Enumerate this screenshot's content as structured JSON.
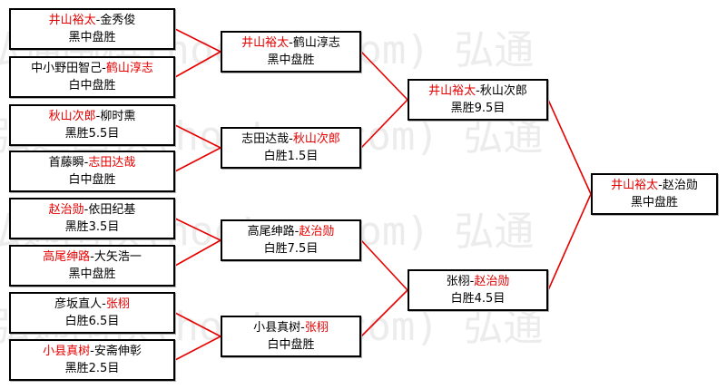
{
  "watermark": {
    "rows": [
      "  弘通围棋(hootom.com) 弘通",
      "弘通围棋(hootom.com) 弘通",
      "  弘通围棋(hootom.com) 弘通",
      "弘通围棋(hootom.com) 弘通"
    ]
  },
  "colors": {
    "winner": "#e60000",
    "line": "#e60000",
    "text": "#000000"
  },
  "round1": [
    {
      "p1": "井山裕太",
      "sep": "-",
      "p2": "金秀俊",
      "winner": 1,
      "result": "黑中盘胜"
    },
    {
      "p1": "中小野田智己",
      "sep": "-",
      "p2": "鹤山淳志",
      "winner": 2,
      "result": "白中盘胜"
    },
    {
      "p1": "秋山次郎",
      "sep": "-",
      "p2": "柳时熏",
      "winner": 1,
      "result": "黑胜5.5目"
    },
    {
      "p1": "首藤瞬",
      "sep": "-",
      "p2": "志田达哉",
      "winner": 2,
      "result": "白中盘胜"
    },
    {
      "p1": "赵治勋",
      "sep": "-",
      "p2": "依田纪基",
      "winner": 1,
      "result": "黑胜3.5目"
    },
    {
      "p1": "高尾绅路",
      "sep": "-",
      "p2": "大矢浩一",
      "winner": 1,
      "result": "黑中盘胜"
    },
    {
      "p1": "彦坂直人",
      "sep": "-",
      "p2": "张栩",
      "winner": 2,
      "result": "白胜6.5目"
    },
    {
      "p1": "小县真树",
      "sep": "-",
      "p2": "安斋伸彰",
      "winner": 1,
      "result": "黑胜2.5目"
    }
  ],
  "round2": [
    {
      "p1": "井山裕太",
      "sep": "-",
      "p2": "鹤山淳志",
      "winner": 1,
      "result": "黑中盘胜"
    },
    {
      "p1": "志田达哉",
      "sep": "-",
      "p2": "秋山次郎",
      "winner": 2,
      "result": "白胜1.5目"
    },
    {
      "p1": "高尾绅路",
      "sep": "-",
      "p2": "赵治勋",
      "winner": 2,
      "result": "白胜7.5目"
    },
    {
      "p1": "小县真树",
      "sep": "-",
      "p2": "张栩",
      "winner": 2,
      "result": "白中盘胜"
    }
  ],
  "round3": [
    {
      "p1": "井山裕太",
      "sep": "-",
      "p2": "秋山次郎",
      "winner": 1,
      "result": "黑胜9.5目"
    },
    {
      "p1": "张栩",
      "sep": "-",
      "p2": "赵治勋",
      "winner": 2,
      "result": "白胜4.5目"
    }
  ],
  "round4": [
    {
      "p1": "井山裕太",
      "sep": "-",
      "p2": "赵治勋",
      "winner": 1,
      "result": "黑中盘胜"
    }
  ]
}
